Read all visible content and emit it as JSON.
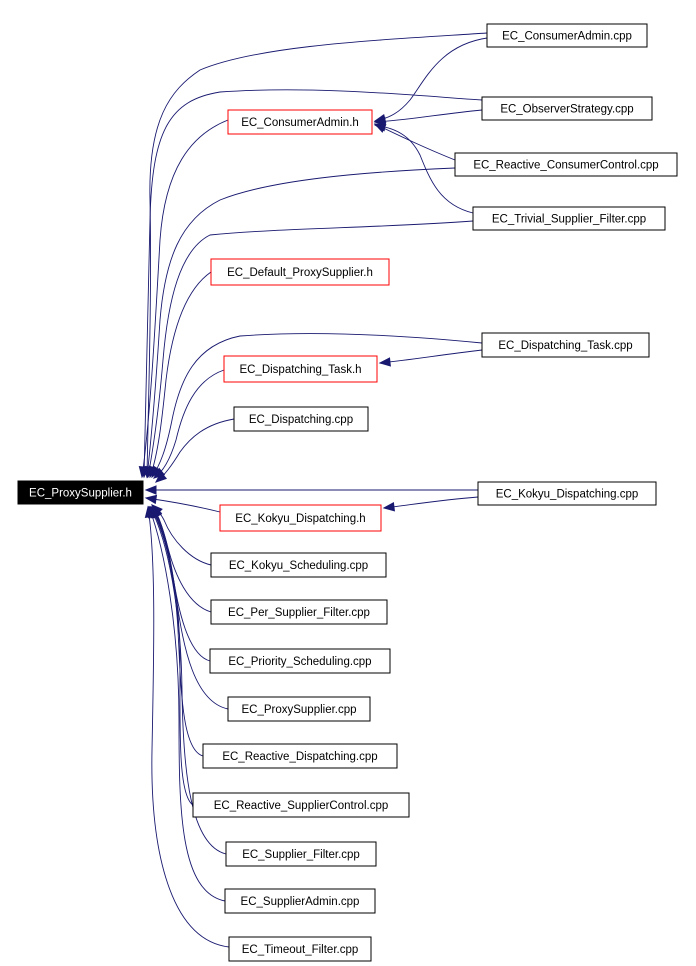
{
  "colors": {
    "edge": "#191970",
    "focus_fill": "#000000",
    "focus_text": "#ffffff",
    "node_fill": "#ffffff",
    "node_border": "#000000",
    "header_border": "#ff0000",
    "node_text": "#000000"
  },
  "root": {
    "id": "root",
    "label": "EC_ProxySupplier.h"
  },
  "nodes": [
    {
      "id": "ca_cpp",
      "label": "EC_ConsumerAdmin.cpp",
      "kind": "file"
    },
    {
      "id": "ca_h",
      "label": "EC_ConsumerAdmin.h",
      "kind": "header"
    },
    {
      "id": "os_cpp",
      "label": "EC_ObserverStrategy.cpp",
      "kind": "file"
    },
    {
      "id": "rcc_cpp",
      "label": "EC_Reactive_ConsumerControl.cpp",
      "kind": "file"
    },
    {
      "id": "tsf_cpp",
      "label": "EC_Trivial_Supplier_Filter.cpp",
      "kind": "file"
    },
    {
      "id": "dps_h",
      "label": "EC_Default_ProxySupplier.h",
      "kind": "header"
    },
    {
      "id": "dt_cpp",
      "label": "EC_Dispatching_Task.cpp",
      "kind": "file"
    },
    {
      "id": "dt_h",
      "label": "EC_Dispatching_Task.h",
      "kind": "header"
    },
    {
      "id": "d_cpp",
      "label": "EC_Dispatching.cpp",
      "kind": "file"
    },
    {
      "id": "kd_cpp",
      "label": "EC_Kokyu_Dispatching.cpp",
      "kind": "file"
    },
    {
      "id": "kd_h",
      "label": "EC_Kokyu_Dispatching.h",
      "kind": "header"
    },
    {
      "id": "ks_cpp",
      "label": "EC_Kokyu_Scheduling.cpp",
      "kind": "file"
    },
    {
      "id": "psf_cpp",
      "label": "EC_Per_Supplier_Filter.cpp",
      "kind": "file"
    },
    {
      "id": "prs_cpp",
      "label": "EC_Priority_Scheduling.cpp",
      "kind": "file"
    },
    {
      "id": "ps_cpp",
      "label": "EC_ProxySupplier.cpp",
      "kind": "file"
    },
    {
      "id": "rd_cpp",
      "label": "EC_Reactive_Dispatching.cpp",
      "kind": "file"
    },
    {
      "id": "rsc_cpp",
      "label": "EC_Reactive_SupplierControl.cpp",
      "kind": "file"
    },
    {
      "id": "sf_cpp",
      "label": "EC_Supplier_Filter.cpp",
      "kind": "file"
    },
    {
      "id": "sa_cpp",
      "label": "EC_SupplierAdmin.cpp",
      "kind": "file"
    },
    {
      "id": "tf_cpp",
      "label": "EC_Timeout_Filter.cpp",
      "kind": "file"
    }
  ],
  "edges": [
    {
      "from": "ca_cpp",
      "to": "root"
    },
    {
      "from": "ca_cpp",
      "to": "ca_h"
    },
    {
      "from": "os_cpp",
      "to": "root"
    },
    {
      "from": "os_cpp",
      "to": "ca_h"
    },
    {
      "from": "rcc_cpp",
      "to": "root"
    },
    {
      "from": "rcc_cpp",
      "to": "ca_h"
    },
    {
      "from": "tsf_cpp",
      "to": "root"
    },
    {
      "from": "tsf_cpp",
      "to": "ca_h"
    },
    {
      "from": "ca_h",
      "to": "root"
    },
    {
      "from": "dps_h",
      "to": "root"
    },
    {
      "from": "dt_cpp",
      "to": "root"
    },
    {
      "from": "dt_cpp",
      "to": "dt_h"
    },
    {
      "from": "dt_h",
      "to": "root"
    },
    {
      "from": "d_cpp",
      "to": "root"
    },
    {
      "from": "kd_cpp",
      "to": "root"
    },
    {
      "from": "kd_cpp",
      "to": "kd_h"
    },
    {
      "from": "kd_h",
      "to": "root"
    },
    {
      "from": "ks_cpp",
      "to": "root"
    },
    {
      "from": "psf_cpp",
      "to": "root"
    },
    {
      "from": "prs_cpp",
      "to": "root"
    },
    {
      "from": "ps_cpp",
      "to": "root"
    },
    {
      "from": "rd_cpp",
      "to": "root"
    },
    {
      "from": "rsc_cpp",
      "to": "root"
    },
    {
      "from": "sf_cpp",
      "to": "root"
    },
    {
      "from": "sa_cpp",
      "to": "root"
    },
    {
      "from": "tf_cpp",
      "to": "root"
    }
  ]
}
